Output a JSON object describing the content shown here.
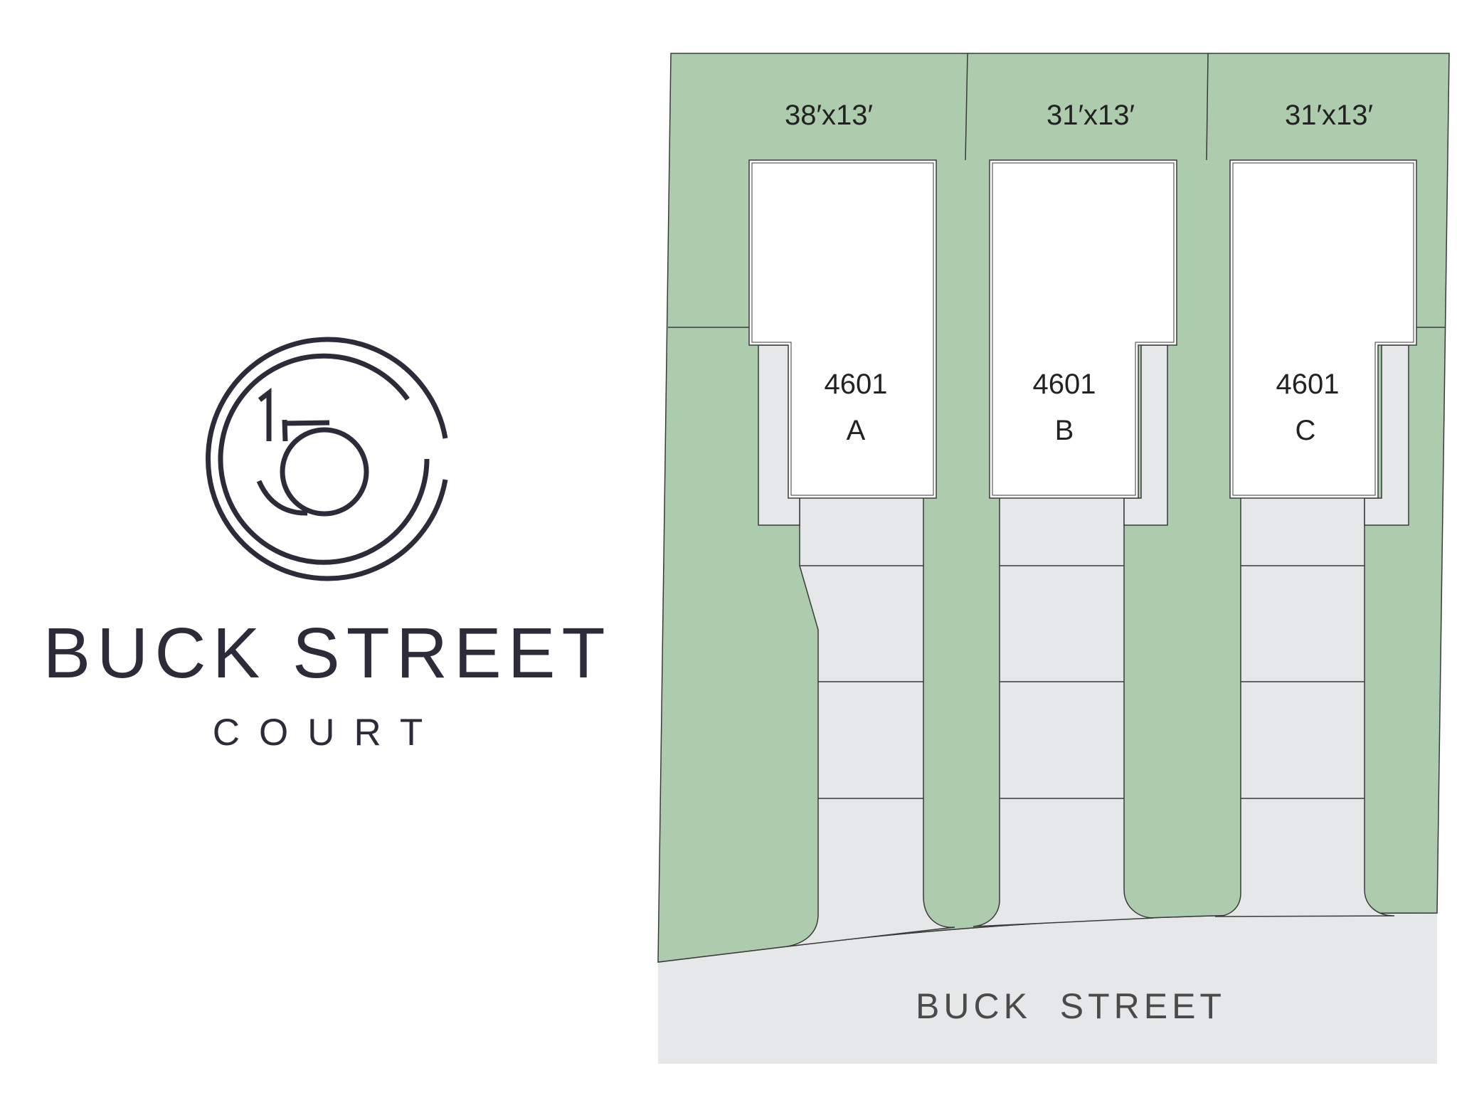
{
  "logo": {
    "mark_icon": "15-circle-logo-icon",
    "title": "BUCK STREET",
    "subtitle": "COURT"
  },
  "plan": {
    "lots": [
      {
        "dimension": "38′x13′",
        "unit_number": "4601",
        "unit_letter": "A"
      },
      {
        "dimension": "31′x13′",
        "unit_number": "4601",
        "unit_letter": "B"
      },
      {
        "dimension": "31′x13′",
        "unit_number": "4601",
        "unit_letter": "C"
      }
    ],
    "street_name": "BUCK  STREET",
    "colors": {
      "yard": "#adcbad",
      "pavement": "#e6e7e8",
      "building": "#ffffff",
      "outline": "#3a3a3a",
      "logo": "#2d2b3a"
    }
  }
}
